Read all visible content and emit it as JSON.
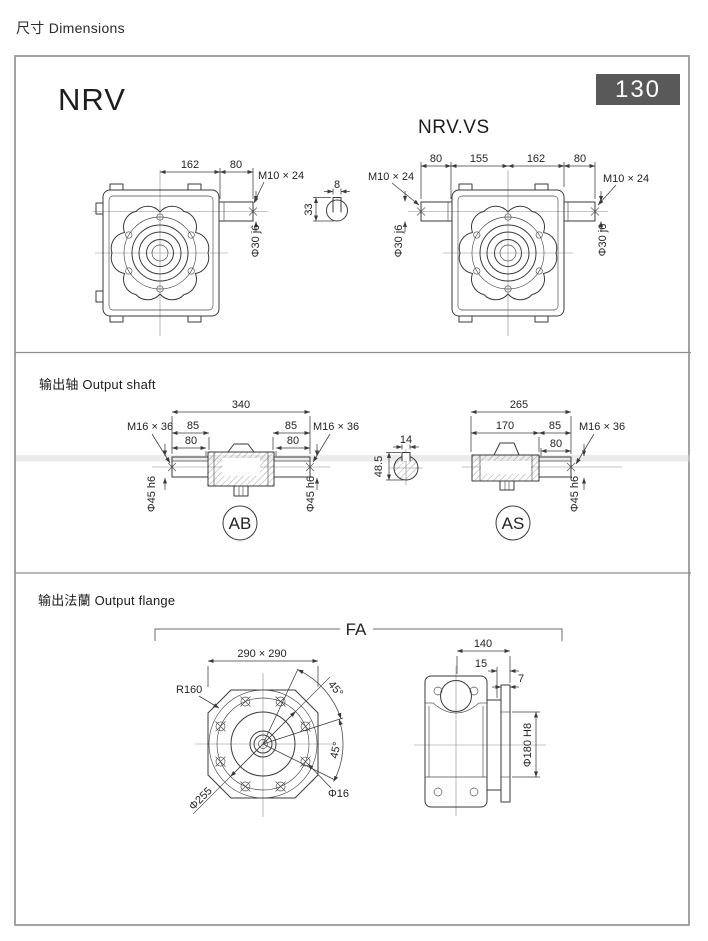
{
  "colors": {
    "badge_bg": "#595959",
    "badge_fg": "#ffffff"
  },
  "header": {
    "page_title": "尺寸 Dimensions",
    "model": "NRV",
    "model_vs": "NRV.VS",
    "size_badge": "130"
  },
  "top": {
    "nrv": {
      "dim_162": "162",
      "dim_80": "80",
      "thread": "M10 × 24",
      "shaft_dia": "Φ30 j6"
    },
    "key": {
      "dim_w": "8",
      "dim_h": "33"
    },
    "nrvvs": {
      "thread_left": "M10 × 24",
      "dim_80l": "80",
      "dim_155": "155",
      "dim_162": "162",
      "dim_80r": "80",
      "thread_right": "M10 × 24",
      "shaft_dia_left": "Φ30 j6",
      "shaft_dia_right": "Φ30 j6"
    }
  },
  "shaft": {
    "heading": "输出轴 Output shaft",
    "ab": {
      "label": "AB",
      "dim_340": "340",
      "dim_85l": "85",
      "dim_80l": "80",
      "dim_85r": "85",
      "dim_80r": "80",
      "thread_left": "M16 × 36",
      "thread_right": "M16 × 36",
      "dia_left": "Φ45 h6",
      "dia_right": "Φ45 h6"
    },
    "key": {
      "dim_w": "14",
      "dim_h": "48.5"
    },
    "as": {
      "label": "AS",
      "dim_265": "265",
      "dim_170": "170",
      "dim_85": "85",
      "dim_80": "80",
      "thread": "M16 × 36",
      "dia": "Φ45 h6"
    }
  },
  "flange": {
    "heading": "输出法蘭  Output flange",
    "fa": "FA",
    "front": {
      "dim_square": "290 × 290",
      "radius": "R160",
      "bolt_circle": "Φ255",
      "hole": "Φ16",
      "angle1": "45°",
      "angle2": "45°"
    },
    "side": {
      "dim_140": "140",
      "dim_15": "15",
      "dim_7": "7",
      "bore": "Φ180 H8"
    }
  }
}
